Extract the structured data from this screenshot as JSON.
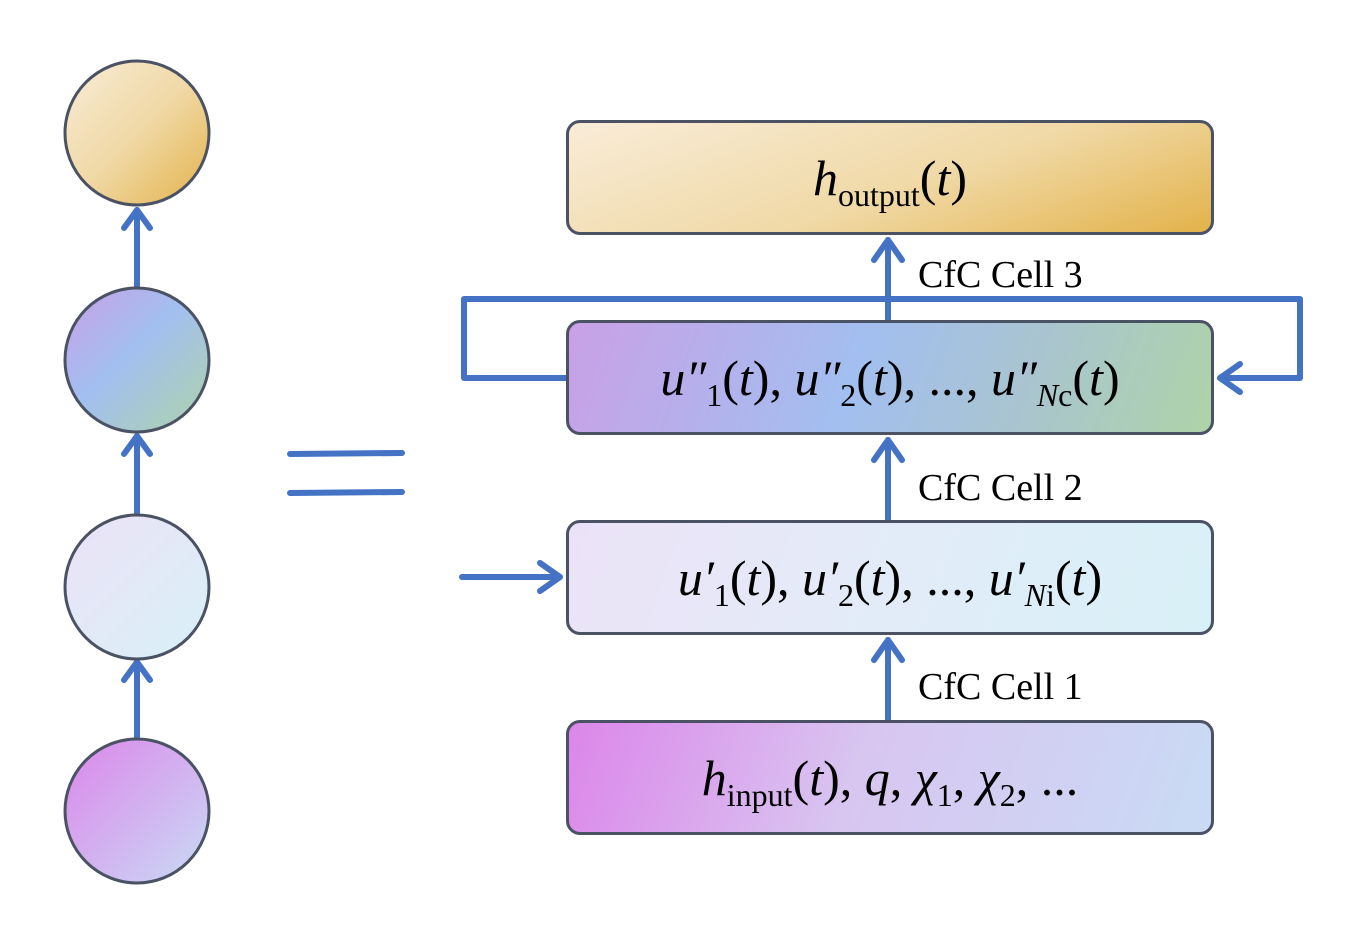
{
  "left_stack": {
    "nodes": [
      {
        "role": "output",
        "colors": [
          "#f9ecd8",
          "#e3b24a"
        ]
      },
      {
        "role": "cell3",
        "colors": [
          "#c9a0e6",
          "#a2bff0",
          "#aed3a8"
        ]
      },
      {
        "role": "cell2",
        "colors": [
          "#ece2f7",
          "#d8f0f7"
        ]
      },
      {
        "role": "input",
        "colors": [
          "#dc86ea",
          "#c9dbf5"
        ]
      }
    ]
  },
  "equals_sign": "=",
  "boxes": {
    "output": {
      "var": "h",
      "sub": "output",
      "rest": "(t)"
    },
    "cell3": {
      "terms": [
        {
          "var": "u″",
          "sub": "1",
          "arg": "(t)"
        },
        {
          "var": "u″",
          "sub": "2",
          "arg": "(t)"
        },
        {
          "ellipsis": "..."
        },
        {
          "var": "u″",
          "sub_italic": "N",
          "sub_upright": "c",
          "arg": "(t)"
        }
      ]
    },
    "cell2": {
      "terms": [
        {
          "var": "u′",
          "sub": "1",
          "arg": "(t)"
        },
        {
          "var": "u′",
          "sub": "2",
          "arg": "(t)"
        },
        {
          "ellipsis": "..."
        },
        {
          "var": "u′",
          "sub_italic": "N",
          "sub_upright": "i",
          "arg": "(t)"
        }
      ]
    },
    "input": {
      "h": "h",
      "h_sub": "input",
      "h_arg": "(t)",
      "q": "q",
      "chi": "χ",
      "chi1_sub": "1",
      "chi2_sub": "2",
      "ellipsis": "..."
    }
  },
  "labels": {
    "cell1": "CfC Cell 1",
    "cell2": "CfC Cell 2",
    "cell3": "CfC Cell 3"
  },
  "colors": {
    "arrow": "#4472c4",
    "border": "#4a5263"
  }
}
